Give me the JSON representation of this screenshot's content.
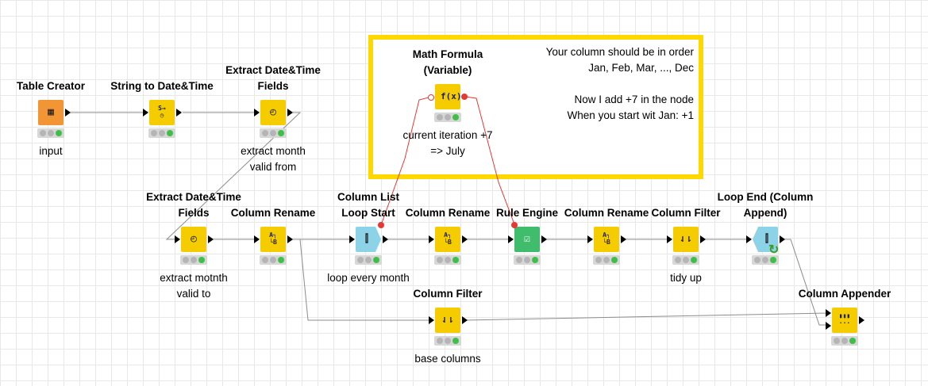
{
  "annotation": {
    "text": "Your column should be in order\nJan, Feb, Mar, ..., Dec\n\nNow I add +7 in the node\nWhen you start wit Jan: +1",
    "border_color": "#ffd800"
  },
  "colors": {
    "manipulator": "#f5cc00",
    "source": "#f29535",
    "loop": "#8dd3e8",
    "rule_engine": "#3fbc6c",
    "flow_variable_port": "#e53935",
    "status_ok": "#3fbf47"
  },
  "nodes": {
    "table_creator": {
      "title": "Table Creator",
      "caption": "input",
      "icon": "table-creator-icon",
      "status": "executed"
    },
    "string_to_date": {
      "title": "String to Date&Time",
      "caption": "",
      "icon": "string-to-datetime-icon",
      "status": "executed"
    },
    "extract_dt_1": {
      "title": "Extract Date&Time\nFields",
      "caption": "extract month\nvalid from",
      "icon": "extract-datetime-icon",
      "status": "executed"
    },
    "math_formula": {
      "title": "Math Formula\n(Variable)",
      "caption": "current iteration +7\n=> July",
      "icon": "math-formula-icon",
      "status": "executed"
    },
    "extract_dt_2": {
      "title": "Extract Date&Time\nFields",
      "caption": "extract motnth\nvalid to",
      "icon": "extract-datetime-icon",
      "status": "executed"
    },
    "column_rename_1": {
      "title": "Column Rename",
      "caption": "",
      "icon": "column-rename-icon",
      "status": "executed"
    },
    "column_list_loop_start": {
      "title": "Column List\nLoop Start",
      "caption": "loop every month",
      "icon": "loop-start-icon",
      "status": "executed"
    },
    "column_rename_2": {
      "title": "Column Rename",
      "caption": "",
      "icon": "column-rename-icon",
      "status": "executed"
    },
    "rule_engine": {
      "title": "Rule Engine",
      "caption": "",
      "icon": "rule-engine-icon",
      "status": "executed"
    },
    "column_rename_3": {
      "title": "Column Rename",
      "caption": "",
      "icon": "column-rename-icon",
      "status": "executed"
    },
    "column_filter_1": {
      "title": "Column Filter",
      "caption": "tidy up",
      "icon": "column-filter-icon",
      "status": "executed"
    },
    "loop_end": {
      "title": "Loop End (Column\nAppend)",
      "caption": "",
      "icon": "loop-end-icon",
      "status": "executed"
    },
    "column_filter_2": {
      "title": "Column Filter",
      "caption": "base columns",
      "icon": "column-filter-icon",
      "status": "executed"
    },
    "column_appender": {
      "title": "Column Appender",
      "caption": "",
      "icon": "column-appender-icon",
      "status": "executed"
    }
  }
}
